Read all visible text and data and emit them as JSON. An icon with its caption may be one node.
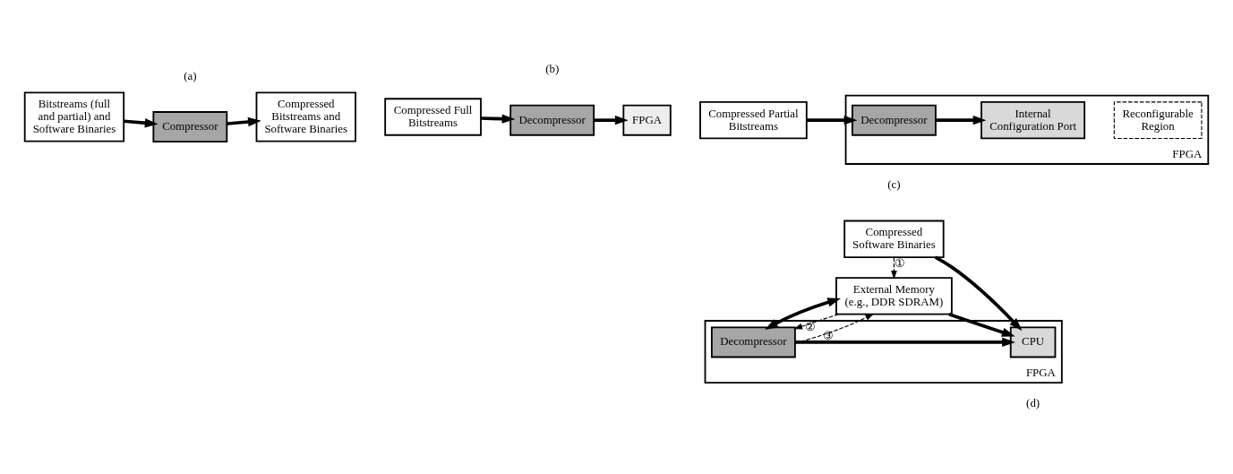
{
  "diagram": {
    "nodes": [
      {
        "text": [
          "Bitstreams (full and partial) and Software Binaries"
        ]
      },
      {
        "text": [
          "Compressor"
        ]
      },
      {
        "text": [
          "Compressed Bitstreams and Software Binaries"
        ]
      },
      {
        "text": [
          "Compressed Full Bitstreams"
        ]
      },
      {
        "text": [
          "Decompressor"
        ]
      },
      {
        "text": [
          "FPGA"
        ]
      },
      {
        "text": [
          "Compressed Partial Bitstreams"
        ]
      },
      {
        "text": [
          "FPGA"
        ]
      },
      {
        "text": [
          "Decompressor"
        ],
        "in": 7
      },
      {
        "text": [
          "Internal Configuration Port"
        ],
        "in": 7
      },
      {
        "text": [
          "Reconfigurable Region"
        ],
        "in": 7
      },
      {
        "text": [
          "Compressed Software Binaries"
        ]
      },
      {
        "text": [
          "FPGA"
        ]
      },
      {
        "text": [
          "CPU"
        ],
        "in": 12
      },
      {
        "text": [
          "Decompressor"
        ],
        "in": 12
      },
      {
        "text": [
          "External Memory (e.g., DDR SDRAM)"
        ]
      }
    ],
    "edges": [
      {
        "from": 0,
        "to": 1,
        "arrow": "to"
      },
      {
        "from": 1,
        "to": 2,
        "arrow": "to"
      },
      {
        "from": 3,
        "to": 4,
        "arrow": "to"
      },
      {
        "from": 4,
        "to": 5,
        "arrow": "to"
      },
      {
        "from": 6,
        "to": 8,
        "arrow": "to"
      },
      {
        "from": 8,
        "to": 9,
        "arrow": "to"
      },
      {
        "from": 11,
        "to": 13,
        "arrow": "to"
      },
      {
        "from": 11,
        "to": 15,
        "arrow": "to",
        "style": "dashed",
        "label": "①"
      },
      {
        "from": 15,
        "to": 14,
        "arrow": "to",
        "style": "dashed",
        "label": "②"
      },
      {
        "from": 15,
        "to": 14,
        "arrow": "both"
      },
      {
        "from": 15,
        "to": 13,
        "arrow": "to"
      },
      {
        "from": 14,
        "to": 13,
        "arrow": "to"
      },
      {
        "from": 14,
        "to": 15,
        "arrow": "to",
        "style": "dashed",
        "label": "③"
      }
    ],
    "labels": [
      "(a)",
      "(b)",
      "(c)",
      "(d)"
    ]
  }
}
